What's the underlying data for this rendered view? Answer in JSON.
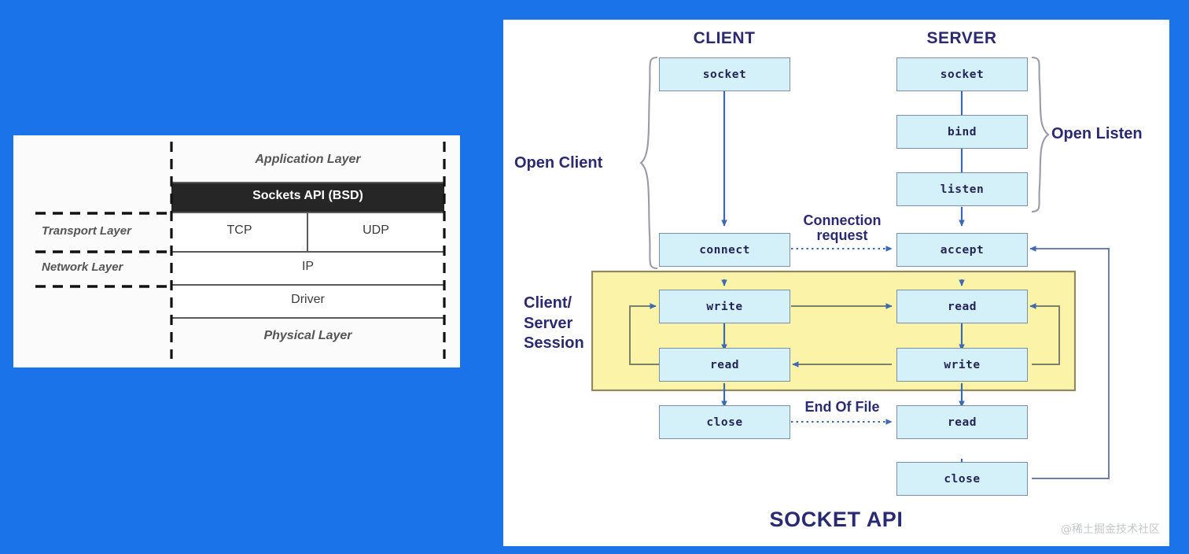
{
  "background_color": "#1a73e8",
  "left_panel": {
    "name": "protocol-stack-diagram",
    "background_color": "#fbfbfb",
    "side_labels": [
      {
        "text": "Transport Layer",
        "style": "italic"
      },
      {
        "text": "Network Layer",
        "style": "italic"
      }
    ],
    "rows": [
      {
        "id": "application",
        "text": "Application Layer",
        "style": "italic",
        "fill": "#fbfbfb",
        "text_color": "#555555"
      },
      {
        "id": "sockets-api",
        "text": "Sockets API (BSD)",
        "style": "plain",
        "fill": "#262626",
        "text_color": "#ffffff"
      },
      {
        "id": "transport",
        "text": "TCP",
        "text2": "UDP",
        "style": "plain",
        "fill": "#ffffff",
        "text_color": "#3b3b3b"
      },
      {
        "id": "network",
        "text": "IP",
        "style": "plain",
        "fill": "#ffffff",
        "text_color": "#3b3b3b"
      },
      {
        "id": "driver",
        "text": "Driver",
        "style": "plain",
        "fill": "#ffffff",
        "text_color": "#3b3b3b"
      },
      {
        "id": "physical",
        "text": "Physical Layer",
        "style": "italic",
        "fill": "#fbfbfb",
        "text_color": "#555555"
      }
    ]
  },
  "right_panel": {
    "name": "socket-api-flow-diagram",
    "background_color": "#ffffff",
    "title": "SOCKET API",
    "columns": [
      {
        "id": "client",
        "heading": "CLIENT"
      },
      {
        "id": "server",
        "heading": "SERVER"
      }
    ],
    "group_labels": [
      {
        "id": "open-client",
        "text": "Open Client"
      },
      {
        "id": "open-listen",
        "text": "Open Listen"
      },
      {
        "id": "client-server-session",
        "lines": [
          "Client/",
          "Server",
          "Session"
        ]
      }
    ],
    "edge_labels": [
      {
        "id": "connection-request",
        "lines": [
          "Connection",
          "request"
        ]
      },
      {
        "id": "end-of-file",
        "lines": [
          "End Of File"
        ]
      }
    ],
    "client_nodes": [
      {
        "id": "client-socket",
        "label": "socket"
      },
      {
        "id": "client-connect",
        "label": "connect"
      },
      {
        "id": "client-write",
        "label": "write"
      },
      {
        "id": "client-read",
        "label": "read"
      },
      {
        "id": "client-close",
        "label": "close"
      }
    ],
    "server_nodes": [
      {
        "id": "server-socket",
        "label": "socket"
      },
      {
        "id": "server-bind",
        "label": "bind"
      },
      {
        "id": "server-listen",
        "label": "listen"
      },
      {
        "id": "server-accept",
        "label": "accept"
      },
      {
        "id": "server-read",
        "label": "read"
      },
      {
        "id": "server-write",
        "label": "write"
      },
      {
        "id": "server-read2",
        "label": "read"
      },
      {
        "id": "server-close",
        "label": "close"
      }
    ],
    "session_region": {
      "id": "session-highlight",
      "fill": "#fbf3a8",
      "border": "#8f8a63"
    },
    "node_fill": "#d4f1f9",
    "node_border": "#7b8fa8",
    "arrow_color": "#3d6bb3",
    "accent_text_color": "#2a2a72"
  },
  "watermark": {
    "text": "@稀土掘金技术社区"
  }
}
